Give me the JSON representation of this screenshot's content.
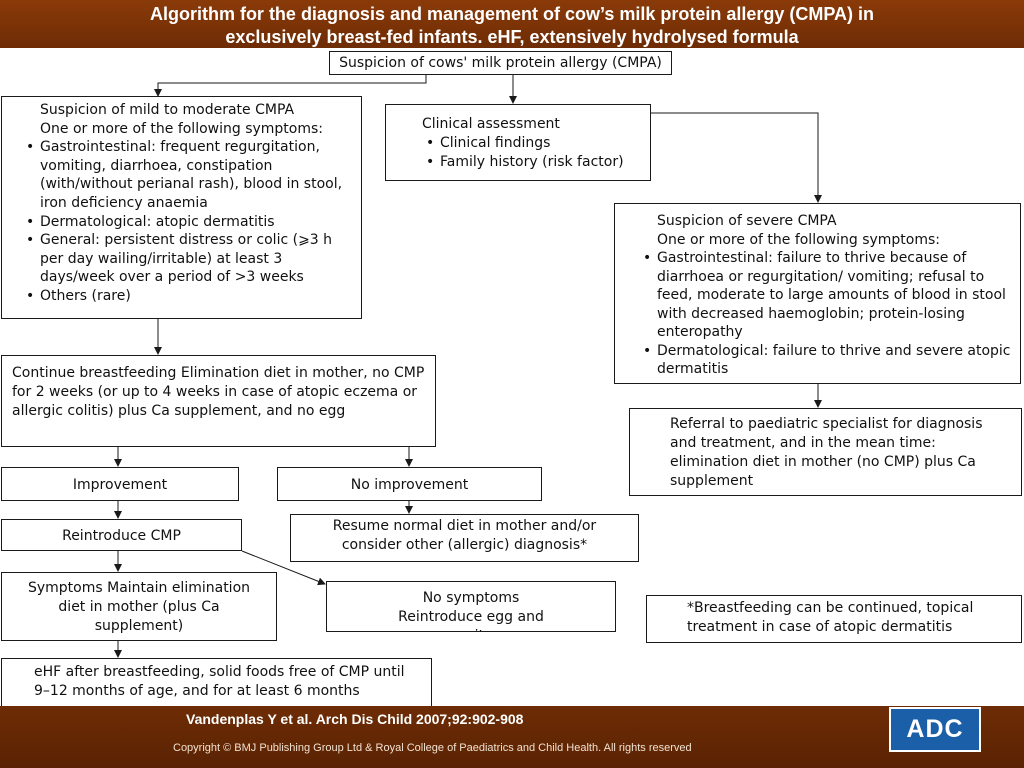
{
  "header": {
    "title_line1": "Algorithm for the diagnosis and management of cow’s milk protein allergy (CMPA) in",
    "title_line2": "exclusively breast-fed infants. eHF, extensively hydrolysed formula"
  },
  "boxes": {
    "suspicion": "Suspicion of cows' milk protein allergy (CMPA)",
    "mild": {
      "lines": [
        "Suspicion of mild to moderate CMPA",
        "One or more of the following symptoms:"
      ],
      "bullets": [
        "Gastrointestinal: frequent regurgitation, vomiting, diarrhoea, constipation (with/without perianal rash), blood in stool, iron deficiency anaemia",
        "Dermatological: atopic dermatitis",
        "General: persistent distress or colic (⩾3 h per day wailing/irritable) at least 3 days/week over a period of >3 weeks",
        "Others (rare)"
      ]
    },
    "clinical": {
      "title": "Clinical assessment",
      "bullets": [
        "Clinical findings",
        "Family history (risk factor)"
      ]
    },
    "severe": {
      "lines": [
        "Suspicion of severe CMPA",
        "One or more of the following symptoms:"
      ],
      "bullets": [
        "Gastrointestinal: failure to thrive because of diarrhoea or regurgitation/ vomiting; refusal to feed, moderate to large amounts of blood in stool with decreased haemoglobin; protein-losing enteropathy",
        "Dermatological: failure to thrive and severe atopic dermatitis"
      ]
    },
    "continue": "Continue breastfeeding Elimination diet in mother, no CMP for 2 weeks (or up to 4 weeks in case of atopic eczema or allergic colitis) plus Ca supplement, and no egg",
    "referral": "Referral to paediatric specialist for diagnosis and treatment, and in the mean time: elimination diet in mother (no CMP) plus Ca supplement",
    "improvement": "Improvement",
    "no_improvement": "No improvement",
    "reintroduce": "Reintroduce CMP",
    "resume": "Resume normal diet in mother and/or consider other (allergic) diagnosis*",
    "symptoms": "Symptoms Maintain elimination diet in mother (plus Ca supplement)",
    "no_symptoms": "No symptoms Reintroduce egg and monitor",
    "footnote": "*Breastfeeding can be continued, topical treatment in case of atopic dermatitis",
    "ehf": "eHF after breastfeeding, solid foods free of CMP until 9–12 months of age, and for at least 6 months"
  },
  "footer": {
    "citation": "Vandenplas Y et al. Arch Dis Child 2007;92:902-908",
    "copyright": "Copyright © BMJ Publishing Group Ltd & Royal College of Paediatrics and Child Health. All rights reserved",
    "logo": "ADC"
  },
  "colors": {
    "header_bg": "#7a3206",
    "logo_bg": "#1b5fa8"
  }
}
